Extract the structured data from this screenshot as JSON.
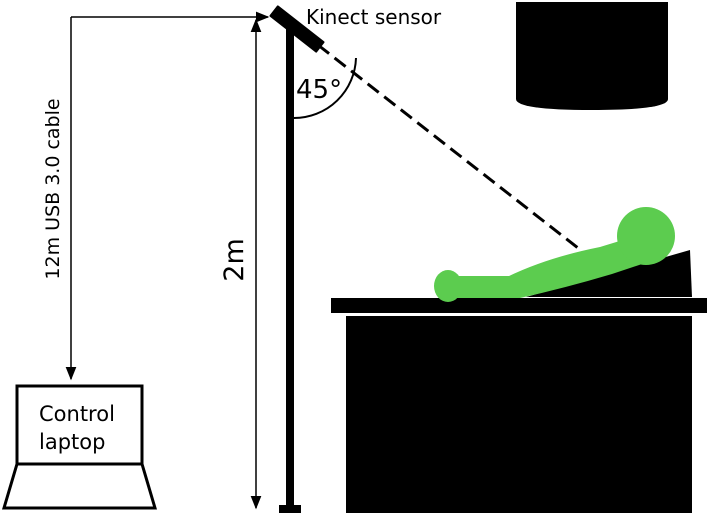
{
  "labels": {
    "sensor": "Kinect sensor",
    "angle": "45°",
    "cable": "12m  USB 3.0 cable",
    "height": "2m",
    "laptop_line1": "Control",
    "laptop_line2": "laptop"
  },
  "colors": {
    "ink": "#000000",
    "patient": "#5ccc4f",
    "background": "#ffffff"
  }
}
